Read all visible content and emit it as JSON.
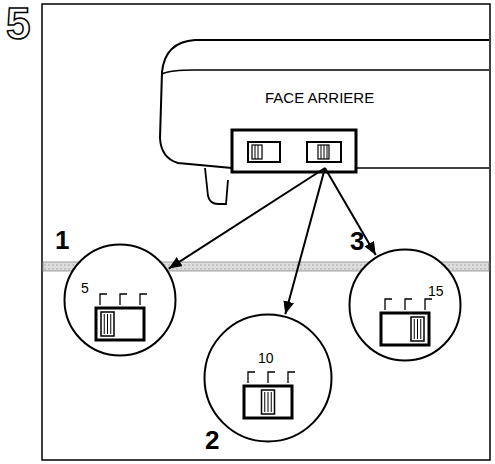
{
  "diagram": {
    "nodes": [
      {
        "text": [
          "FACE ARRIERE"
        ]
      },
      {
        "text": [
          "1",
          "5"
        ]
      },
      {
        "text": [
          "2",
          "10"
        ]
      },
      {
        "text": [
          "3",
          "15"
        ]
      }
    ],
    "edges": [
      {
        "from": 0,
        "to": 1,
        "arrow": "to"
      },
      {
        "from": 0,
        "to": 2,
        "arrow": "to"
      },
      {
        "from": 0,
        "to": 3,
        "arrow": "to"
      }
    ],
    "labels": [
      "5"
    ]
  }
}
